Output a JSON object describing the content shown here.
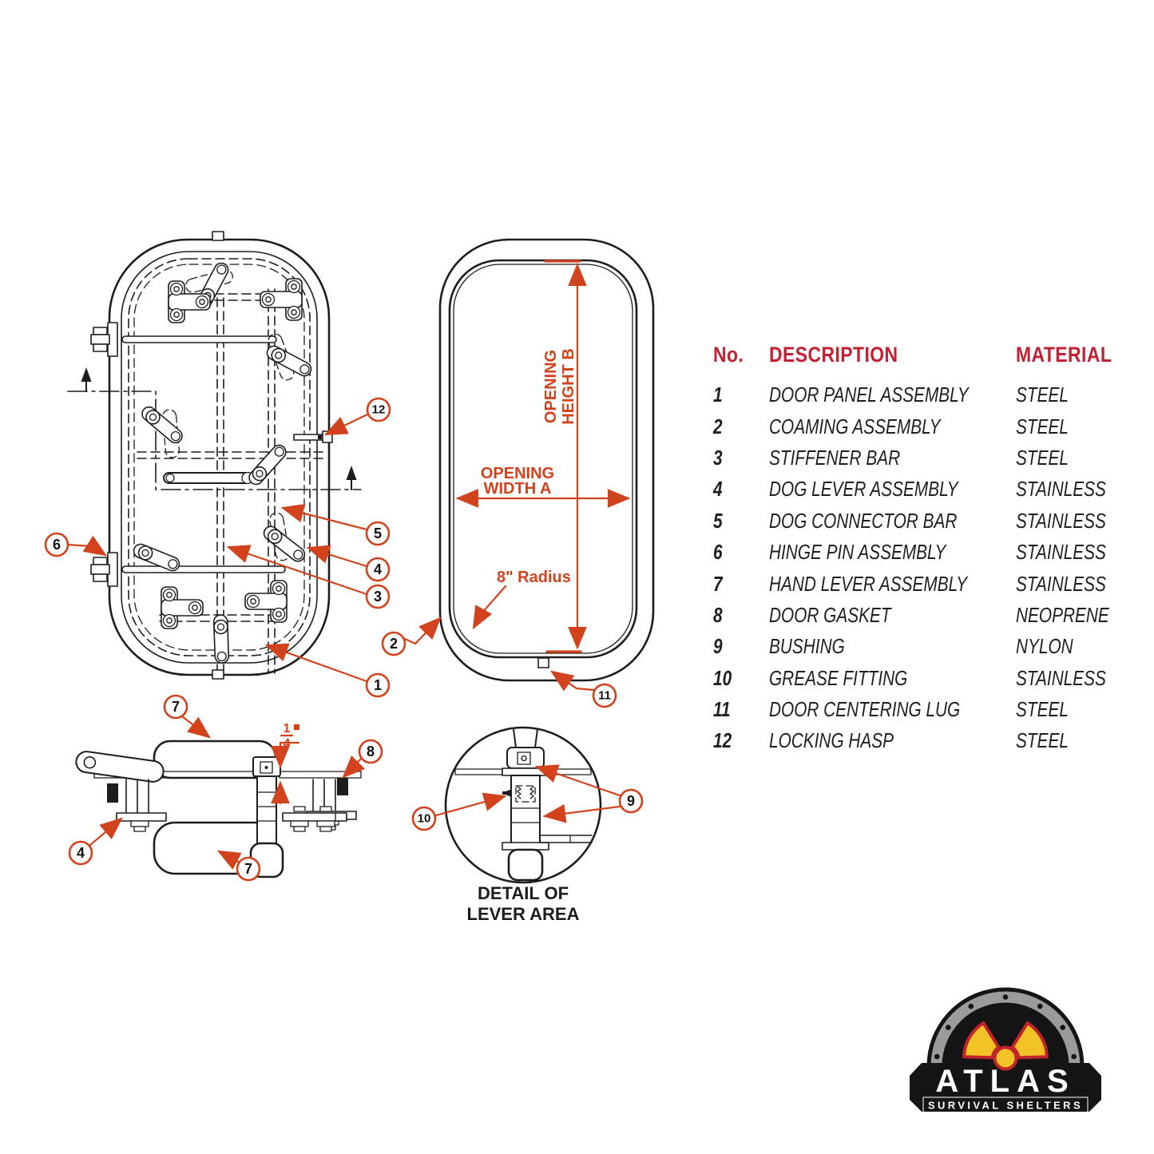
{
  "diagram": {
    "accent_color": "#d2421c",
    "callouts": {
      "c1": "1",
      "c2": "2",
      "c3": "3",
      "c4": "4",
      "c5": "5",
      "c6": "6",
      "c7": "7",
      "c8": "8",
      "c9": "9",
      "c10": "10",
      "c11": "11",
      "c12": "12"
    },
    "dimensions": {
      "opening_height_line1": "OPENING",
      "opening_height_line2": "HEIGHT B",
      "opening_width_line1": "OPENING",
      "opening_width_line2": "WIDTH A",
      "radius": "8\" Radius",
      "gap_numerator": "1",
      "gap_denominator": "4"
    },
    "detail_caption_line1": "DETAIL OF",
    "detail_caption_line2": "LEVER AREA"
  },
  "parts_table": {
    "header_color": "#c32032",
    "headers": {
      "no": "No.",
      "description": "DESCRIPTION",
      "material": "MATERIAL"
    },
    "rows": [
      {
        "no": "1",
        "description": "DOOR PANEL ASSEMBLY",
        "material": "STEEL"
      },
      {
        "no": "2",
        "description": "COAMING ASSEMBLY",
        "material": "STEEL"
      },
      {
        "no": "3",
        "description": "STIFFENER BAR",
        "material": "STEEL"
      },
      {
        "no": "4",
        "description": "DOG LEVER ASSEMBLY",
        "material": "STAINLESS"
      },
      {
        "no": "5",
        "description": "DOG CONNECTOR BAR",
        "material": "STAINLESS"
      },
      {
        "no": "6",
        "description": "HINGE PIN ASSEMBLY",
        "material": "STAINLESS"
      },
      {
        "no": "7",
        "description": "HAND LEVER ASSEMBLY",
        "material": "STAINLESS"
      },
      {
        "no": "8",
        "description": "DOOR GASKET",
        "material": "NEOPRENE"
      },
      {
        "no": "9",
        "description": "BUSHING",
        "material": "NYLON"
      },
      {
        "no": "10",
        "description": "GREASE FITTING",
        "material": "STAINLESS"
      },
      {
        "no": "11",
        "description": "DOOR CENTERING LUG",
        "material": "STEEL"
      },
      {
        "no": "12",
        "description": "LOCKING HASP",
        "material": "STEEL"
      }
    ]
  },
  "logo": {
    "brand": "ATLAS",
    "tagline": "SURVIVAL SHELTERS",
    "colors": {
      "yellow": "#f1c327",
      "red": "#c2242c",
      "gray": "#9b9b9d",
      "black": "#151515"
    }
  }
}
